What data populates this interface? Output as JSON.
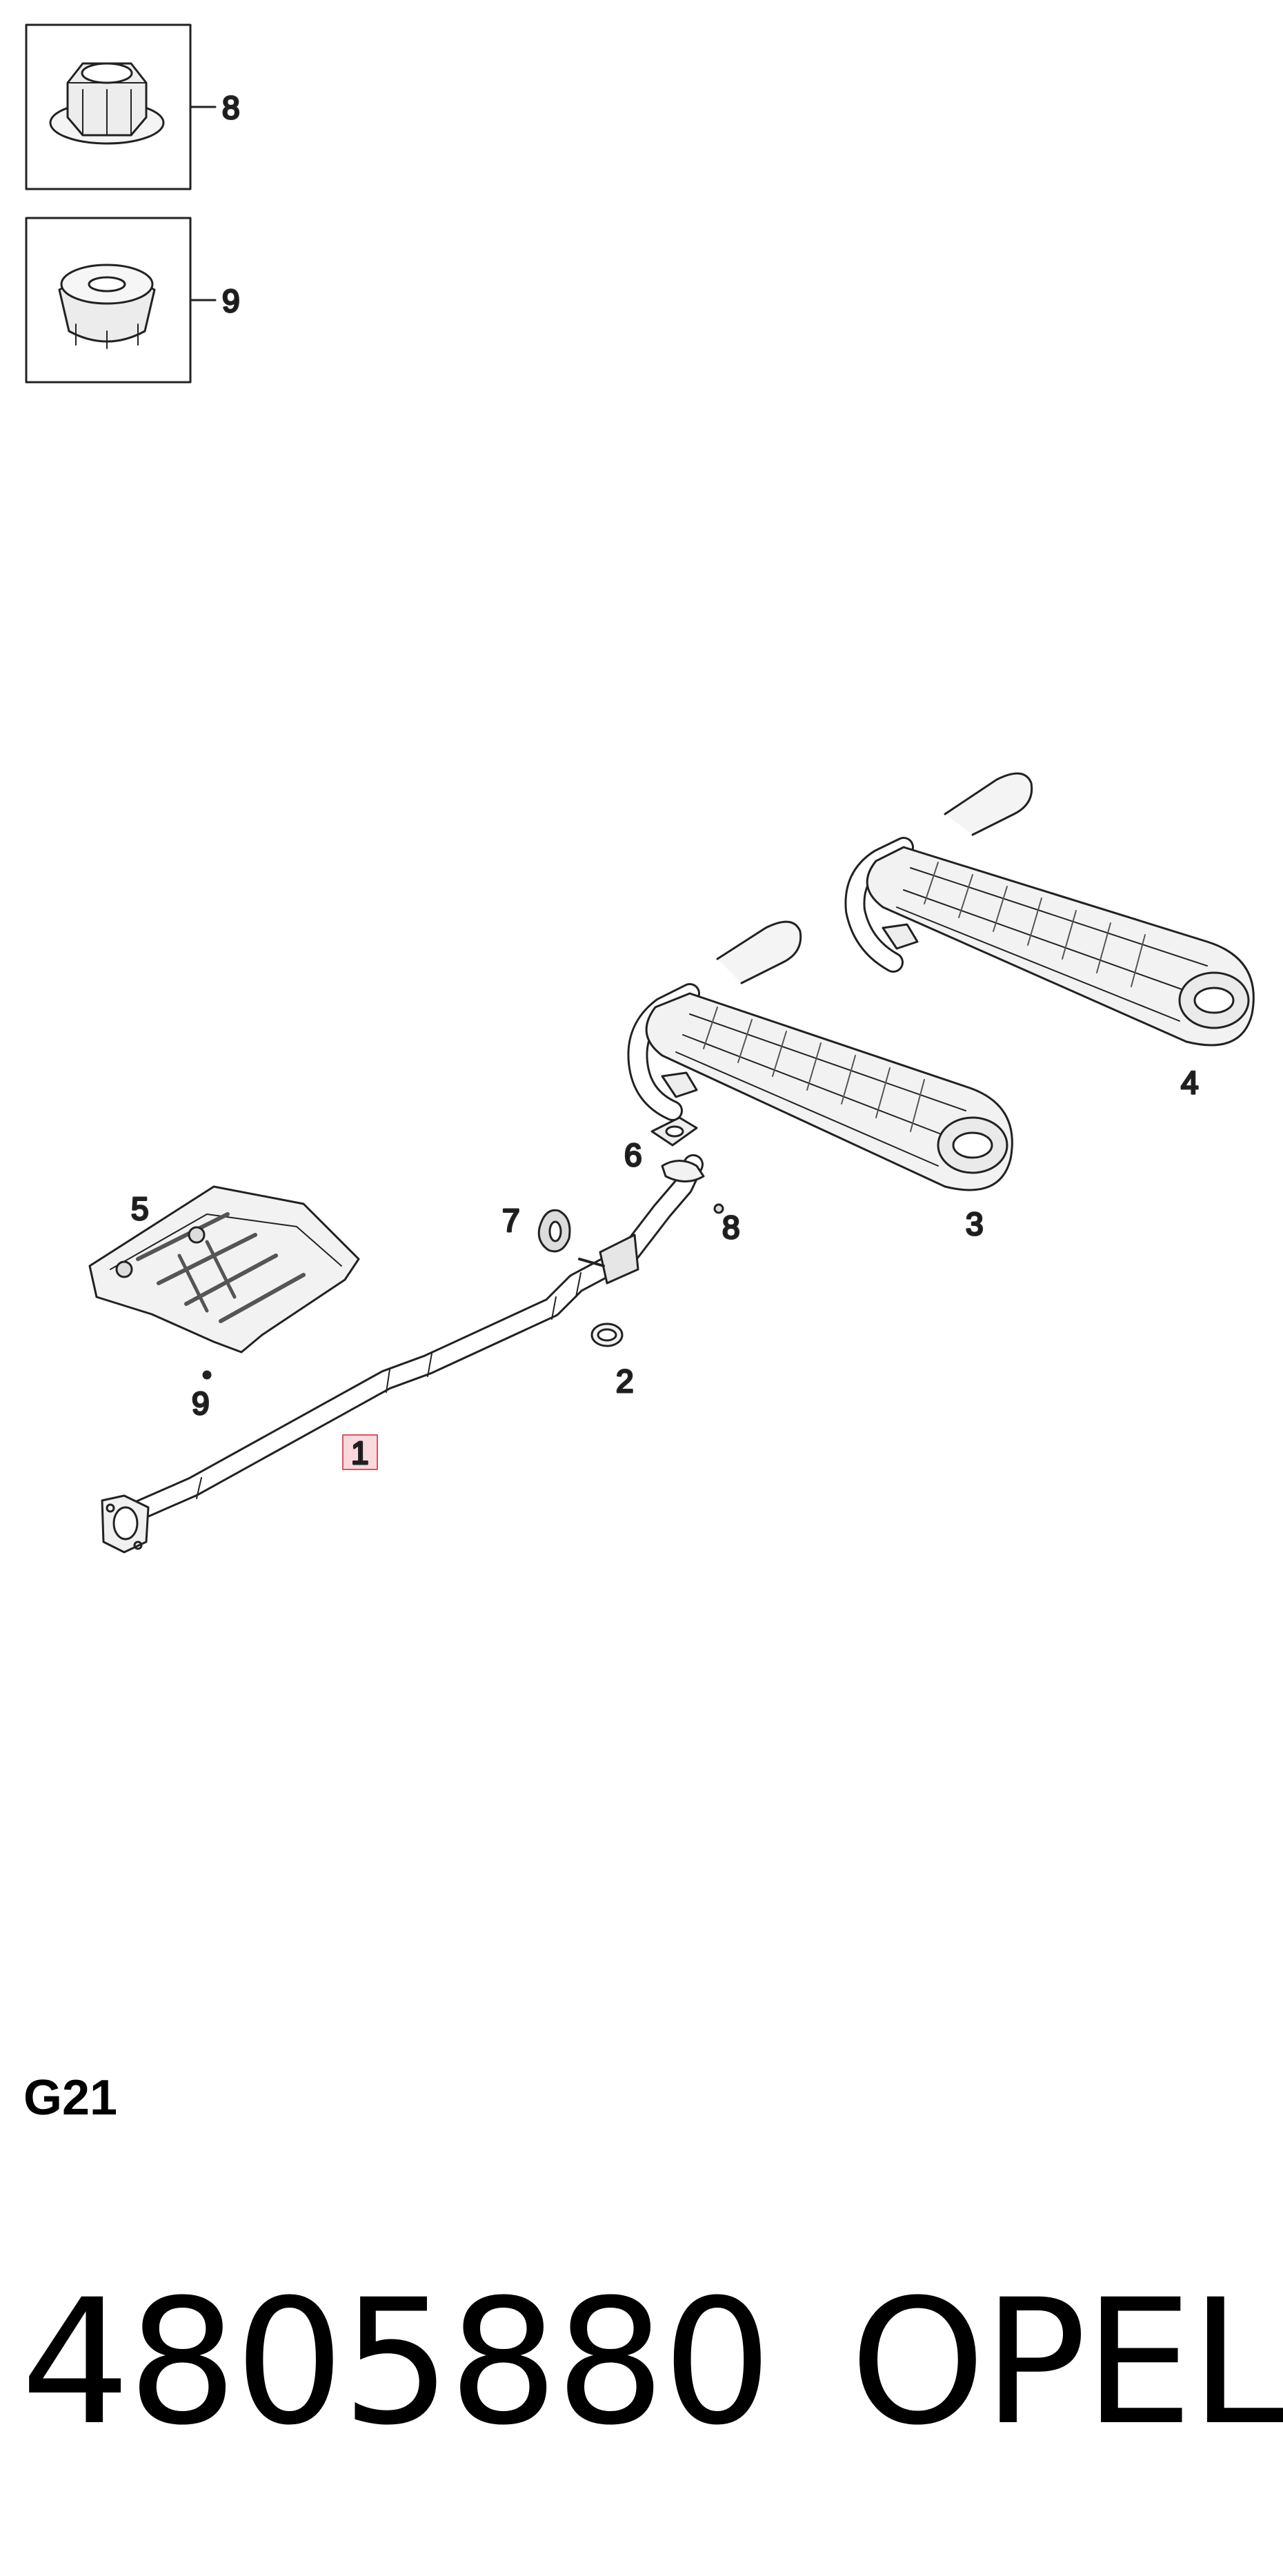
{
  "diagram": {
    "inset_callouts": [
      "8",
      "9"
    ],
    "callouts": {
      "pipe": "1",
      "clamp": "2",
      "rear_muffler_left": "3",
      "rear_muffler_right": "4",
      "heat_shield": "5",
      "gasket": "6",
      "rubber_mount": "7",
      "nut": "8",
      "nut_shield": "9"
    },
    "highlighted_callout": "1",
    "highlight_color": "#f9d9dc",
    "highlight_border": "#e05060"
  },
  "footer": {
    "code": "G21",
    "part_number": "4805880",
    "brand": "OPEL"
  }
}
